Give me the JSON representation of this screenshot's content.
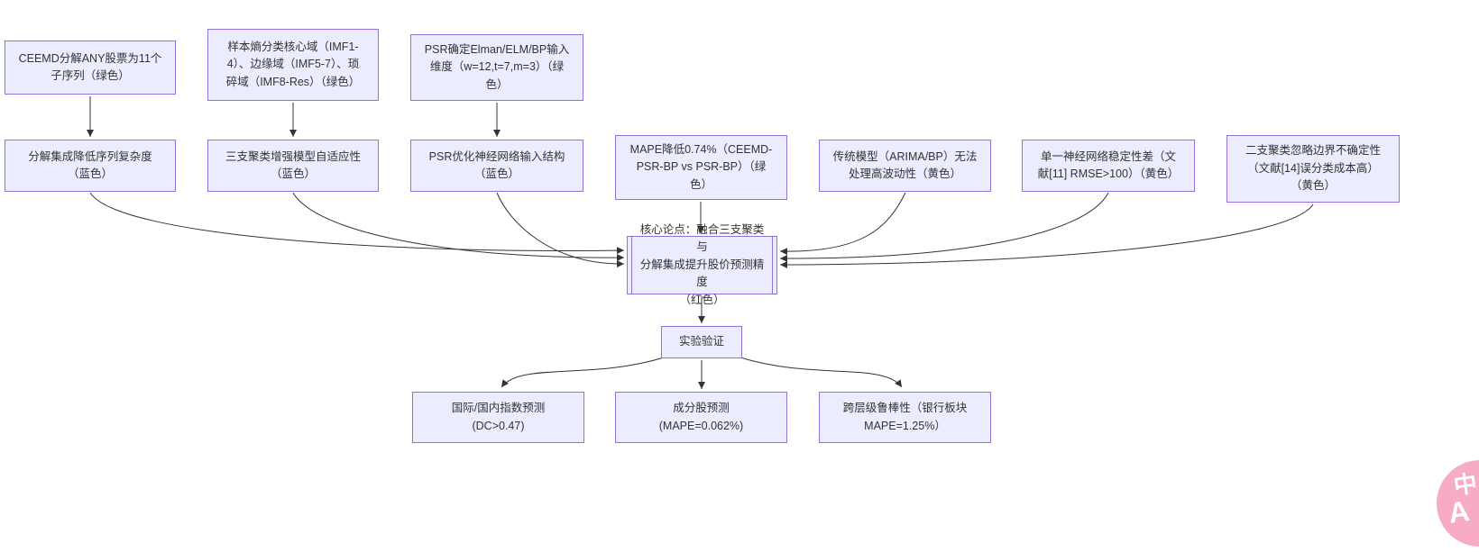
{
  "diagram": {
    "nodes": {
      "ceemd_decompose": {
        "label": "CEEMD分解ANY股票为11个\n子序列（绿色）"
      },
      "sample_entropy": {
        "label": "样本熵分类核心域（IMF1-\n4）、边缘域（IMF5-7）、琐\n碎域（IMF8-Res）（绿色）"
      },
      "psr_dimension": {
        "label": "PSR确定Elman/ELM/BP输入\n维度（w=12,t=7,m=3）（绿\n色）"
      },
      "decompose_complexity": {
        "label": "分解集成降低序列复杂度\n（蓝色）"
      },
      "three_way_adaptive": {
        "label": "三支聚类增强模型自适应性\n（蓝色）"
      },
      "psr_structure": {
        "label": "PSR优化神经网络输入结构\n（蓝色）"
      },
      "mape_improvement": {
        "label": "MAPE降低0.74%（CEEMD-\nPSR-BP vs PSR-BP）（绿\n色）"
      },
      "traditional_limit": {
        "label": "传统模型（ARIMA/BP）无法\n处理高波动性（黄色）"
      },
      "single_nn_instability": {
        "label": "单一神经网络稳定性差（文\n献[11] RMSE>100）（黄色）"
      },
      "two_way_limit": {
        "label": "二支聚类忽略边界不确定性\n（文献[14]误分类成本高）\n（黄色）"
      },
      "core_thesis": {
        "label": "核心论点：融合三支聚类与\n分解集成提升股价预测精度\n（红色）"
      },
      "experiment_validation": {
        "label": "实验验证"
      },
      "index_prediction": {
        "label": "国际/国内指数预测\n(DC>0.47)"
      },
      "constituent_prediction": {
        "label": "成分股预测\n(MAPE=0.062%)"
      },
      "cross_level_robustness": {
        "label": "跨层级鲁棒性（银行板块\nMAPE=1.25%）"
      }
    }
  },
  "watermark": {
    "line1": "中",
    "line2": "A"
  },
  "colors": {
    "node_fill": "#ECECFF",
    "node_border": "#9370DB",
    "text": "#333333",
    "arrow": "#333333",
    "watermark_pink": "#F7ABC7"
  }
}
